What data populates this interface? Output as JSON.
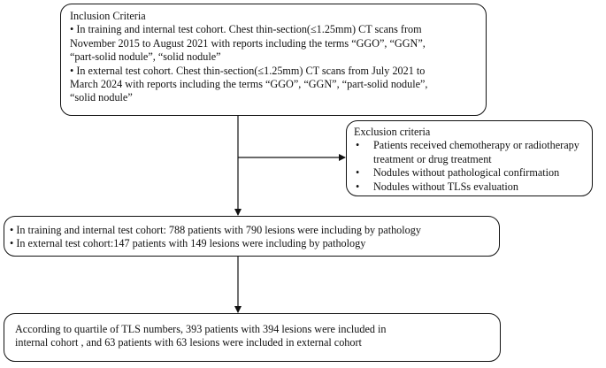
{
  "inclusion": {
    "title": "Inclusion Criteria",
    "lines": [
      "• In training and internal test cohort. Chest thin-section(≤1.25mm) CT scans from",
      "November 2015 to August 2021 with reports including the terms “GGO”, “GGN”,",
      "“part-solid nodule”, “solid nodule”",
      "• In external test cohort. Chest thin-section(≤1.25mm) CT scans from July 2021 to",
      "March 2024 with reports including the terms “GGO”, “GGN”, “part-solid nodule”,",
      "“solid nodule”"
    ]
  },
  "exclusion": {
    "title": "Exclusion criteria",
    "bullet": "•",
    "items": [
      [
        "Patients received chemotherapy or radiotherapy",
        "treatment or drug treatment"
      ],
      [
        "Nodules without pathological confirmation"
      ],
      [
        "Nodules without TLSs evaluation"
      ]
    ]
  },
  "middle": {
    "lines": [
      "• In training and internal test cohort: 788 patients with 790 lesions were including by pathology",
      "• In external test cohort:147 patients with 149 lesions were including by pathology"
    ]
  },
  "final": {
    "lines": [
      "According to quartile of TLS numbers, 393 patients with 394 lesions were included in",
      "internal cohort , and 63 patients with 63 lesions were included in external cohort"
    ]
  }
}
